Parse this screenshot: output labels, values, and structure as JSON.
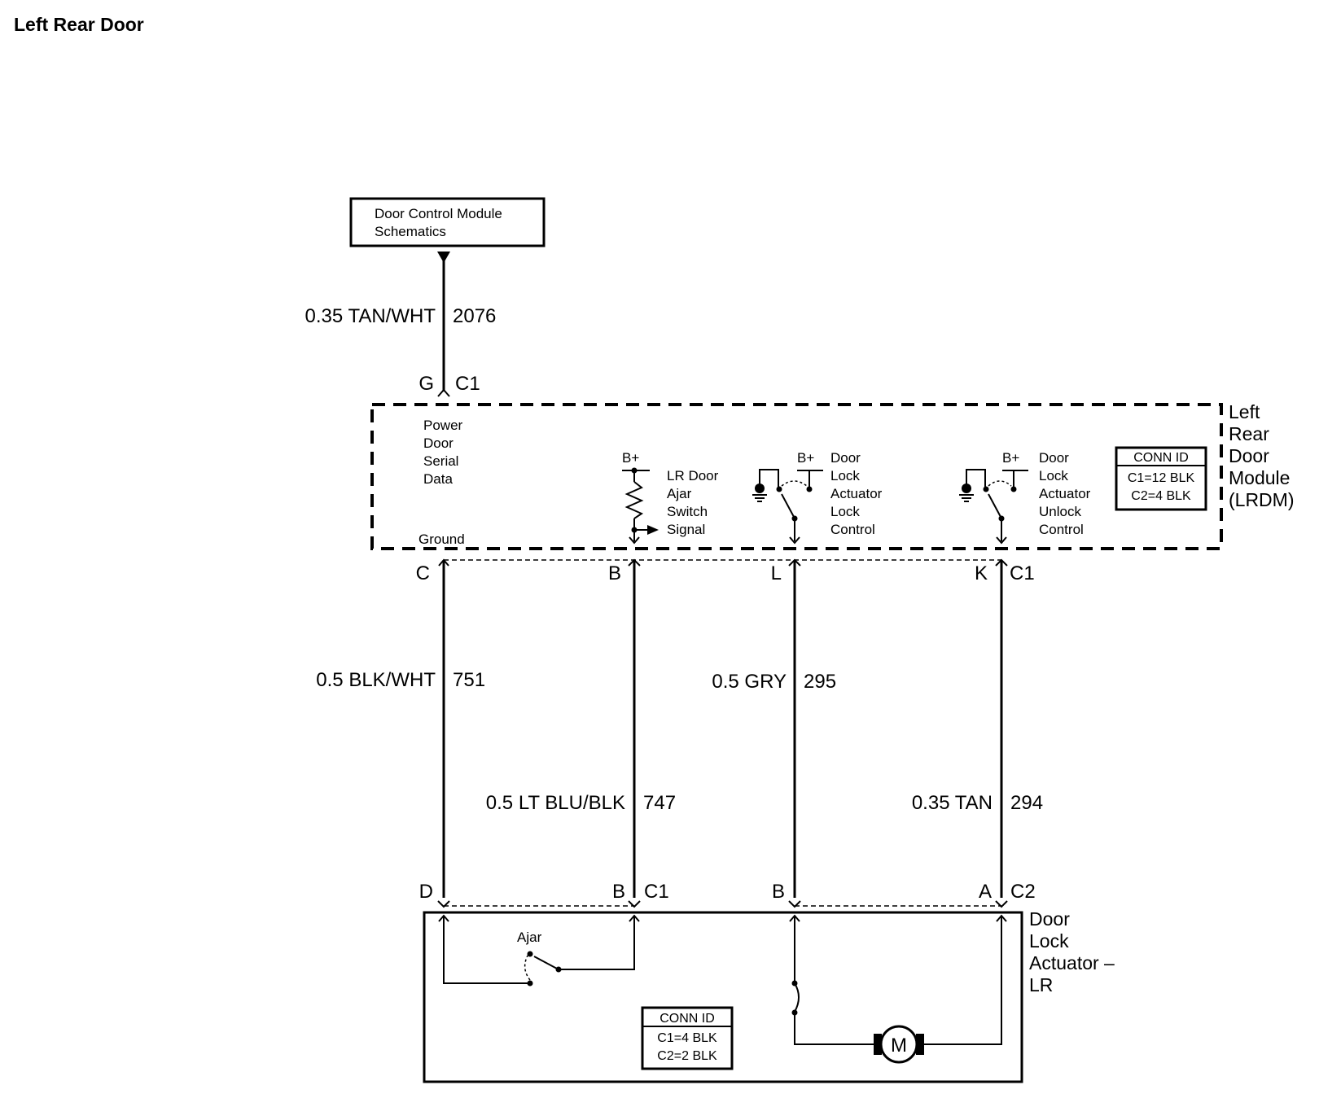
{
  "title": "Left Rear Door",
  "dcm_ref": {
    "line1": "Door Control Module",
    "line2": "Schematics"
  },
  "wires": {
    "serial": {
      "gauge_color": "0.35 TAN/WHT",
      "circuit": "2076"
    },
    "ground": {
      "gauge_color": "0.5 BLK/WHT",
      "circuit": "751"
    },
    "ajar": {
      "gauge_color": "0.5 LT BLU/BLK",
      "circuit": "747"
    },
    "lock": {
      "gauge_color": "0.5 GRY",
      "circuit": "295"
    },
    "unlock": {
      "gauge_color": "0.35 TAN",
      "circuit": "294"
    }
  },
  "module": {
    "name": [
      "Left",
      "Rear",
      "Door",
      "Module",
      "(LRDM)"
    ],
    "top_pin": "G",
    "top_conn": "C1",
    "serial_label": [
      "Power",
      "Door",
      "Serial",
      "Data"
    ],
    "ground_label": "Ground",
    "bplus": "B+",
    "ajar_label": [
      "LR Door",
      "Ajar",
      "Switch",
      "Signal"
    ],
    "lock_label": [
      "Door",
      "Lock",
      "Actuator",
      "Lock",
      "Control"
    ],
    "unlock_label": [
      "Door",
      "Lock",
      "Actuator",
      "Unlock",
      "Control"
    ],
    "bottom_pins": [
      "C",
      "B",
      "L",
      "K"
    ],
    "bottom_conn": "C1",
    "conn_id": {
      "header": "CONN ID",
      "c1": "C1=12 BLK",
      "c2": "C2=4 BLK"
    }
  },
  "actuator": {
    "name": [
      "Door",
      "Lock",
      "Actuator –",
      "LR"
    ],
    "pins": [
      "D",
      "B",
      "B",
      "A"
    ],
    "conn_c1": "C1",
    "conn_c2": "C2",
    "ajar_label": "Ajar",
    "motor_label": "M",
    "conn_id": {
      "header": "CONN ID",
      "c1": "C1=4 BLK",
      "c2": "C2=2 BLK"
    }
  }
}
